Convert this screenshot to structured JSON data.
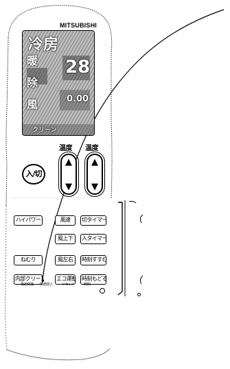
{
  "brand": "MITSUBISHI",
  "lcd": {
    "row1": "冷房",
    "row2_left": "暖",
    "row2_right": "28",
    "row3": "除",
    "row3_right": "0.00",
    "row4": "風",
    "row5": "クリーン"
  },
  "temperature": {
    "label_left": "温度",
    "label_right": "温度",
    "up_symbol": "▲",
    "down_symbol": "▼"
  },
  "power": {
    "label": "入/切"
  },
  "buttons": {
    "high_power": "ハイパワー",
    "fan_speed": "風速",
    "off_timer": "切タイマー",
    "swing_vertical": "風上下",
    "on_timer": "入タイマー",
    "sleep": "ねむり",
    "swing_horizontal": "風左右",
    "time_advance": "時刻すすむ",
    "internal_clean": "内部クリーン",
    "eco_mode": "エコ運転",
    "time_back": "時刻もどる"
  },
  "sub_labels": {
    "a": "電池交換",
    "b": "快適切入",
    "c": "リセット",
    "d": "時刻"
  }
}
